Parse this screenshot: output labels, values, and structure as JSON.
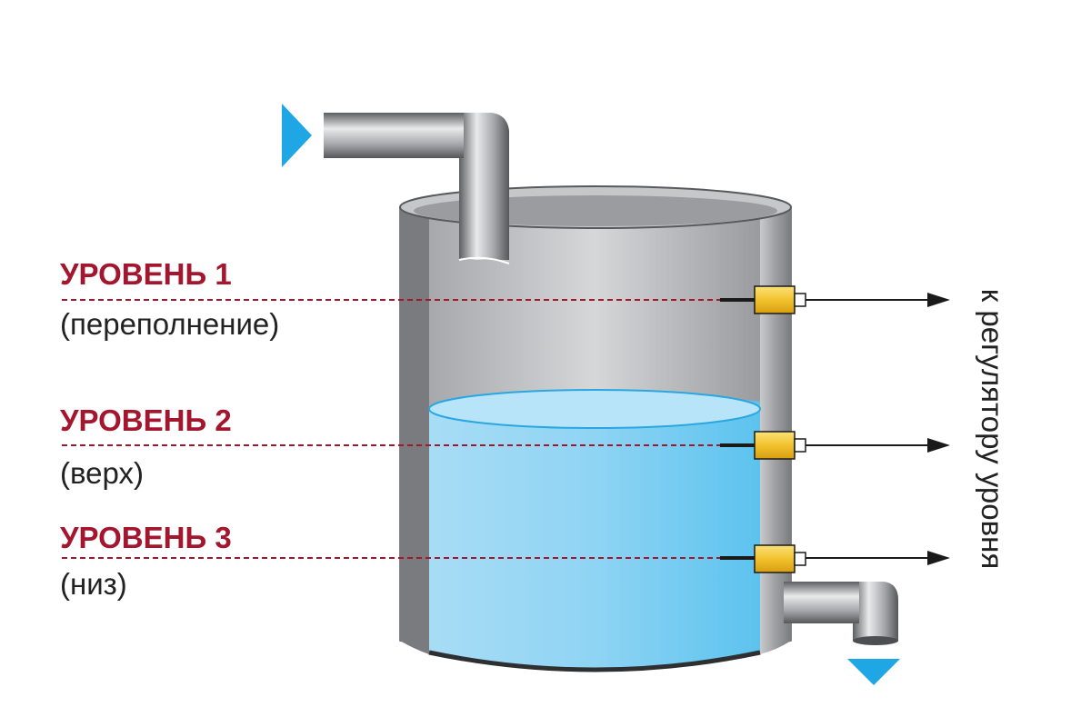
{
  "levels": [
    {
      "title": "УРОВЕНЬ 1",
      "subtitle": "(переполнение)"
    },
    {
      "title": "УРОВЕНЬ 2",
      "subtitle": "(верх)"
    },
    {
      "title": "УРОВЕНЬ 3",
      "subtitle": "(низ)"
    }
  ],
  "output_label": "к регулятору уровня",
  "colors": {
    "level_title": "#a3162e",
    "level_line": "#a3162e",
    "sensor": "#f2c22e",
    "flow_arrow": "#1ea7e4",
    "water": "#7fd0f2",
    "text": "#222222"
  }
}
